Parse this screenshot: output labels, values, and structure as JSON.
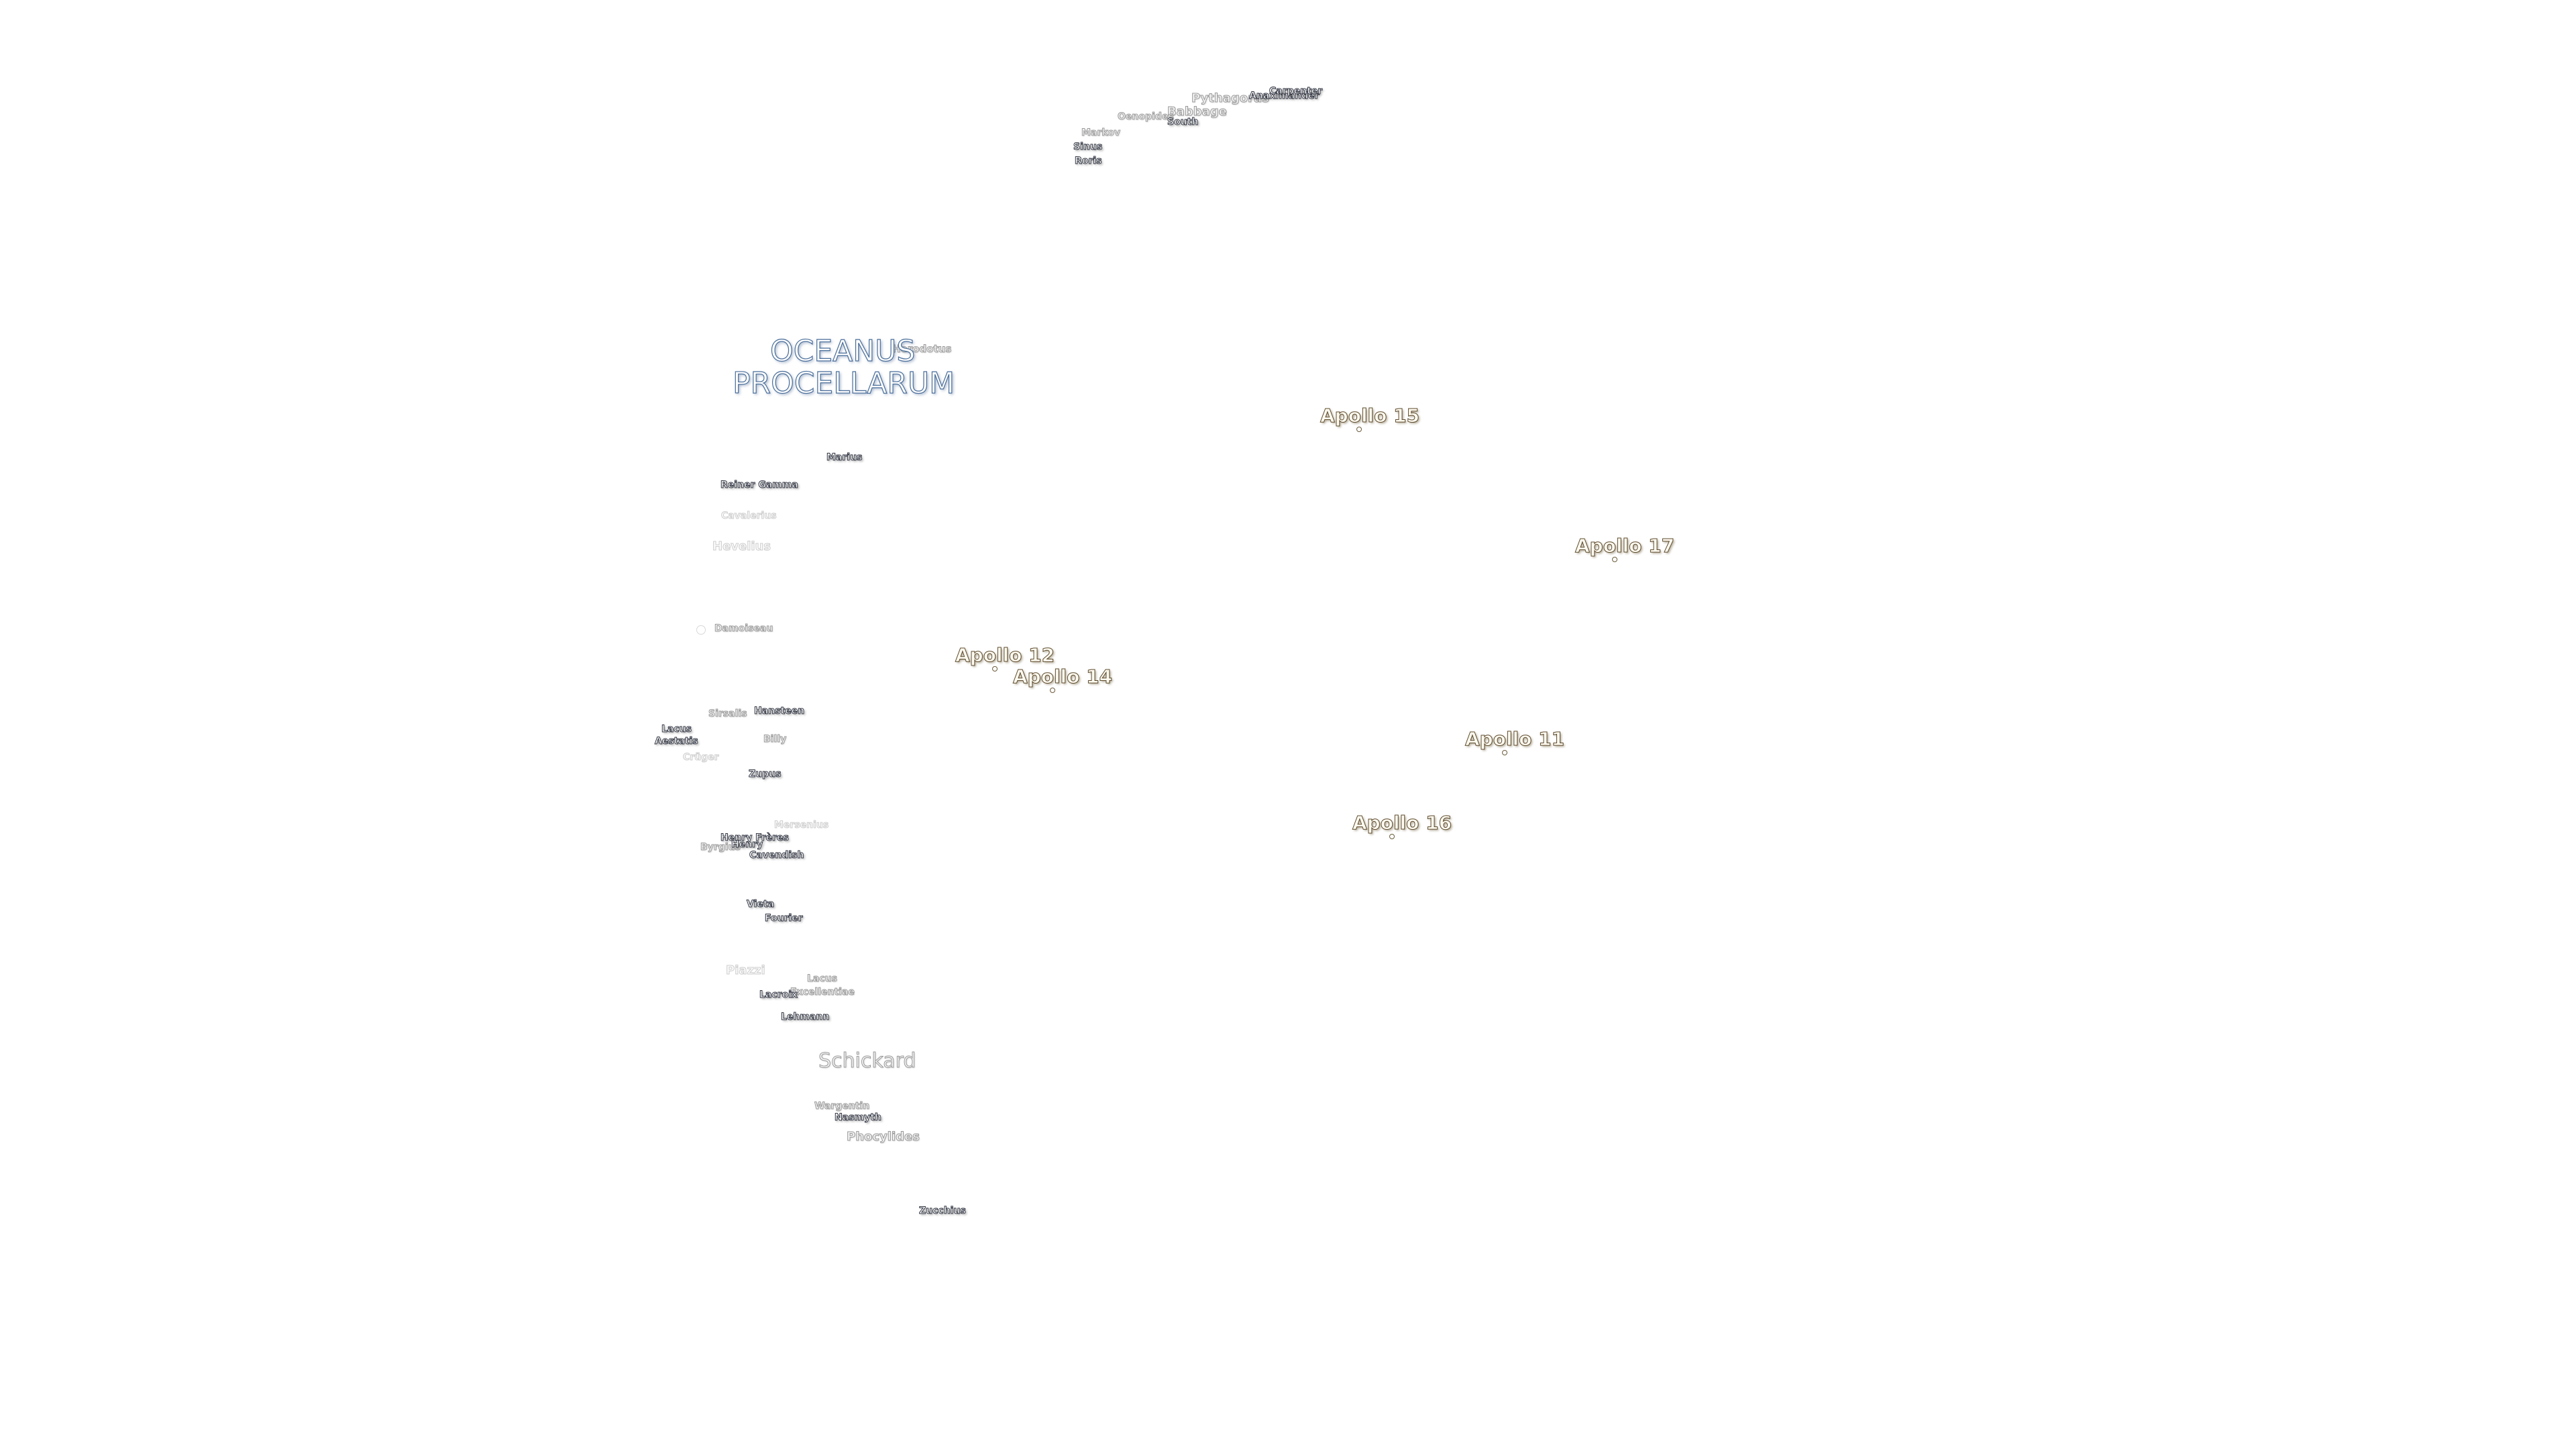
{
  "mare": {
    "line1": "OCEANUS",
    "line2": "PROCELLARUM"
  },
  "apollo_sites": {
    "a11": "Apollo 11",
    "a12": "Apollo 12",
    "a14": "Apollo 14",
    "a15": "Apollo 15",
    "a16": "Apollo 16",
    "a17": "Apollo 17"
  },
  "features": {
    "pythagoras": "Pythagoras",
    "anaximander": "Anaximander",
    "carpenter": "Carpenter",
    "babbage": "Babbage",
    "oenopides": "Oenopides",
    "south": "South",
    "markov": "Markov",
    "sinus": "Sinus",
    "roris": "Roris",
    "herodotus": "Herodotus",
    "marius": "Marius",
    "reiner_gamma": "Reiner Gamma",
    "cavalerius": "Cavalerius",
    "hevelius": "Hevelius",
    "damoiseau": "Damoiseau",
    "sirsalis": "Sirsalis",
    "hansteen": "Hansteen",
    "lacus_aestatis_1": "Lacus",
    "lacus_aestatis_2": "Aestatis",
    "billy": "Billy",
    "criiger": "Crüger",
    "zupus": "Zupus",
    "mersenius": "Mersenius",
    "henry_freres": "Henry Frères",
    "byrgius": "Byrgius",
    "henry": "Henry",
    "cavendish": "Cavendish",
    "vieta": "Vieta",
    "fourier": "Fourier",
    "piazzi": "Piazzi",
    "lacus_excellentiae_1": "Lacus",
    "lacus_excellentiae_2": "Excellentiae",
    "lacroix": "Lacroix",
    "lehmann": "Lehmann",
    "schickard": "Schickard",
    "wargentin": "Wargentin",
    "nasmyth": "Nasmyth",
    "phocylides": "Phocylides",
    "zucchius": "Zucchius"
  },
  "colors": {
    "background": "#ffffff",
    "mare_outline": "#4a6e9a",
    "apollo_outline": "#5b4a2c",
    "feature_outline": "#2f3340"
  }
}
